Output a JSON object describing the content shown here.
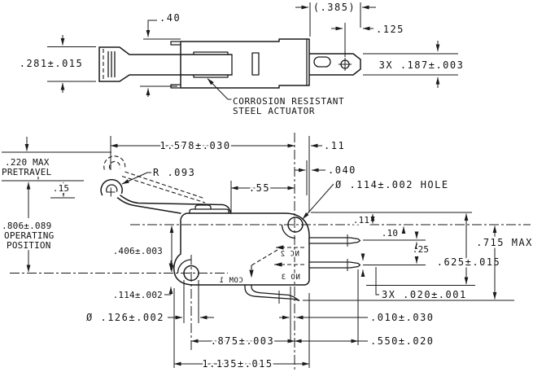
{
  "drawing": {
    "top_view": {
      "dim_actuator_height": ".281±.015",
      "dim_body_height": ".40",
      "dim_terminal_length": "(.385)",
      "dim_hole_to_tip": ".125",
      "dim_terminal_width": "3X .187±.003",
      "note_line1": "CORROSION RESISTANT",
      "note_line2": "STEEL ACTUATOR"
    },
    "side_view": {
      "dim_pretravel_1": ".220 MAX",
      "dim_pretravel_2": "PRETRAVEL",
      "dim_op_1": ".806±.089",
      "dim_op_2": "OPERATING",
      "dim_op_3": "POSITION",
      "dim_lever_radius": "R .093",
      "dim_lever_length": "1.578±.030",
      "dim_differential": ".15",
      "dim_lever_end": ".55",
      "dim_11_top": ".11",
      "dim_040": ".040",
      "note_hole": "Ø .114±.002 HOLE",
      "dim_11_right": ".11",
      "dim_10": ".10",
      "dim_25": ".25",
      "dim_625": ".625±.015",
      "dim_715": ".715 MAX",
      "dim_blade_thickness": "3X .020±.001",
      "dim_010": ".010±.030",
      "dim_550": ".550±.020",
      "dim_875": ".875±.003",
      "dim_1135": "1.135±.015",
      "dim_406": ".406±.003",
      "dim_114": ".114±.002",
      "dim_hole_dia": "Ø .126±.002",
      "marking_com": "COM 1",
      "marking_nc": "NC 2",
      "marking_no": "NO 3"
    }
  }
}
